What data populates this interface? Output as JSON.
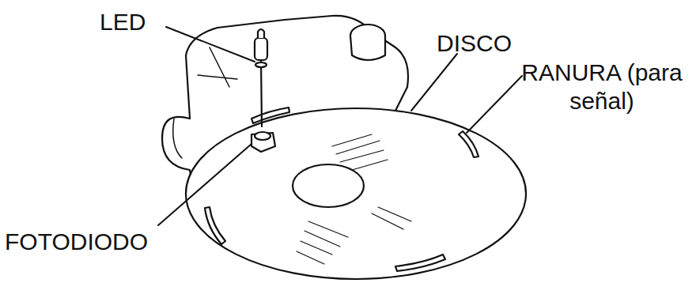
{
  "diagram": {
    "labels": [
      "LED",
      "DISCO",
      "RANURA (para señal)",
      "FOTODIODO"
    ]
  }
}
